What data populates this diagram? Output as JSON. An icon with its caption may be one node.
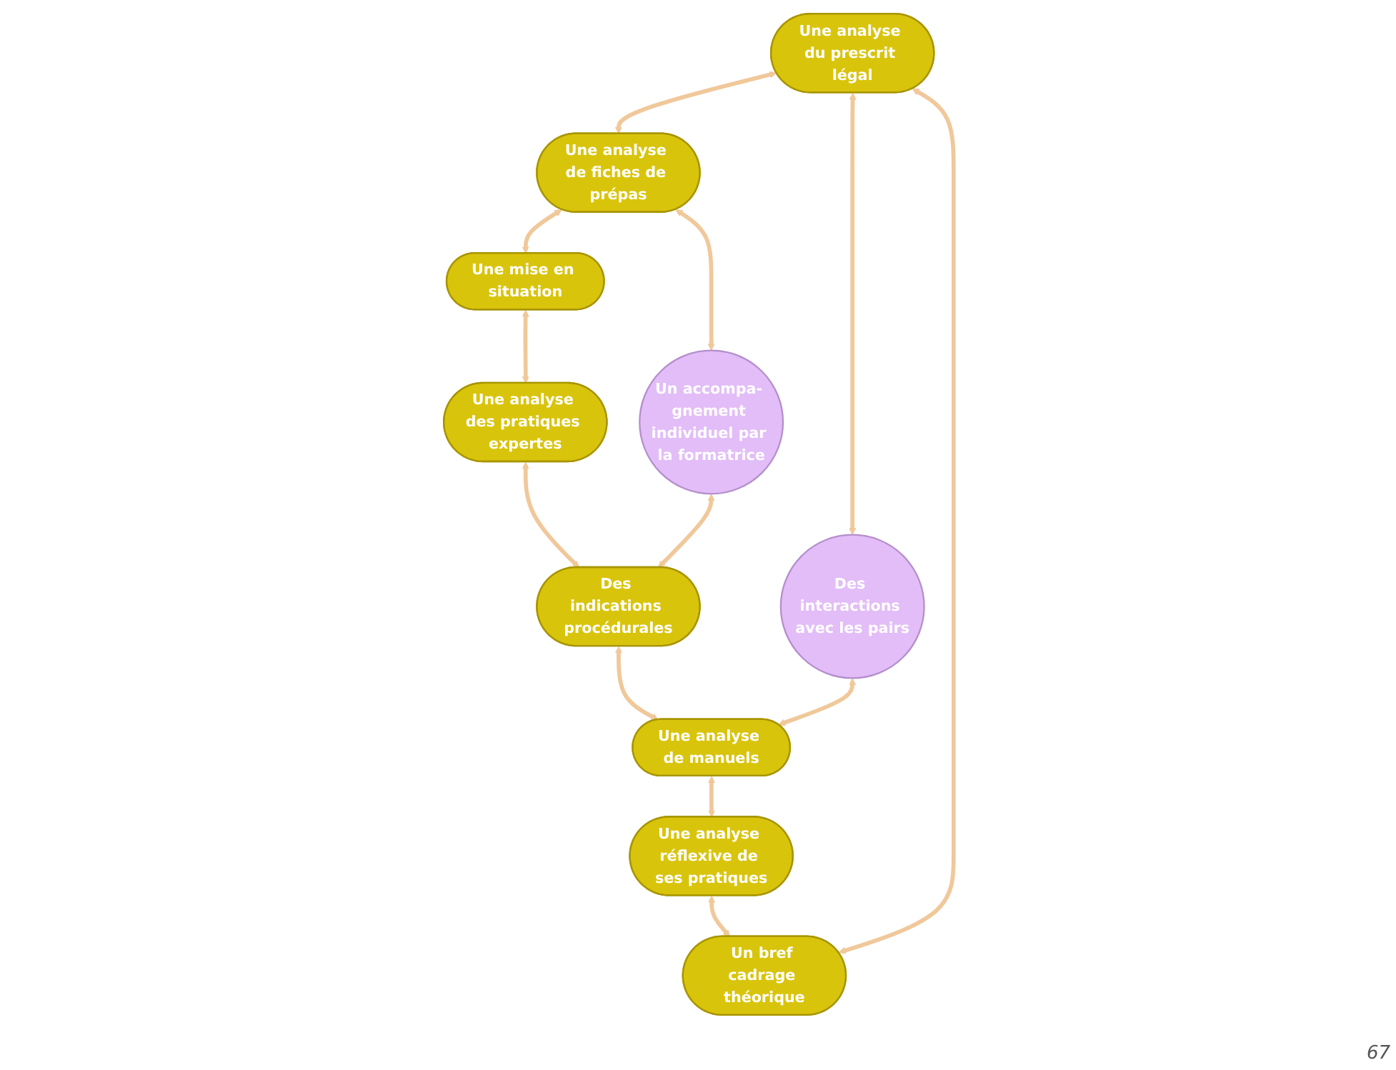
{
  "diagram": {
    "nodes": [
      {
        "text": [
          "Une analyse du prescrit légal"
        ]
      },
      {
        "text": [
          "Une analyse de fiches de prépas"
        ]
      },
      {
        "text": [
          "Un bref cadrage théorique"
        ]
      },
      {
        "text": [
          "Une mise en situation"
        ]
      },
      {
        "text": [
          "Des interactions avec les pairs"
        ]
      },
      {
        "text": [
          "Un accompa- gnement individuel par la formatrice"
        ]
      },
      {
        "text": [
          "Une analyse réflexive de ses pratiques"
        ]
      },
      {
        "text": [
          "Une analyse des pratiques expertes"
        ]
      },
      {
        "text": [
          "Une analyse de manuels"
        ]
      },
      {
        "text": [
          "Des indications procédurales"
        ]
      }
    ],
    "edges": [
      {
        "from": 0,
        "to": 1,
        "arrow": "both"
      },
      {
        "from": 1,
        "to": 3,
        "arrow": "both"
      },
      {
        "from": 3,
        "to": 7,
        "arrow": "both"
      },
      {
        "from": 7,
        "to": 9,
        "arrow": "both"
      },
      {
        "from": 9,
        "to": 8,
        "arrow": "both"
      },
      {
        "from": 8,
        "to": 6,
        "arrow": "both"
      },
      {
        "from": 6,
        "to": 2,
        "arrow": "both"
      },
      {
        "from": 2,
        "to": 0,
        "arrow": "both"
      },
      {
        "from": 0,
        "to": 4,
        "arrow": "both"
      },
      {
        "from": 1,
        "to": 5,
        "arrow": "both"
      },
      {
        "from": 4,
        "to": 8,
        "arrow": "both"
      },
      {
        "from": 5,
        "to": 9,
        "arrow": "both"
      }
    ],
    "labels": [
      "67"
    ]
  }
}
